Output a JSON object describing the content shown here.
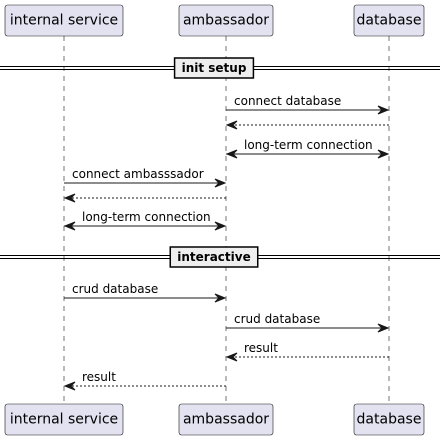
{
  "participants": [
    {
      "id": "internal",
      "name": "internal service"
    },
    {
      "id": "ambassador",
      "name": "ambassador"
    },
    {
      "id": "database",
      "name": "database"
    }
  ],
  "sections": [
    {
      "title": "init setup",
      "messages": [
        {
          "from": "ambassador",
          "to": "database",
          "label": "connect database",
          "style": "solid"
        },
        {
          "from": "database",
          "to": "ambassador",
          "label": "",
          "style": "dotted"
        },
        {
          "from": "ambassador",
          "to": "database",
          "label": "long-term connection",
          "style": "solid",
          "bidirectional": true
        },
        {
          "from": "internal",
          "to": "ambassador",
          "label": "connect ambasssador",
          "style": "solid"
        },
        {
          "from": "ambassador",
          "to": "internal",
          "label": "",
          "style": "dotted"
        },
        {
          "from": "internal",
          "to": "ambassador",
          "label": "long-term connection",
          "style": "solid",
          "bidirectional": true
        }
      ]
    },
    {
      "title": "interactive",
      "messages": [
        {
          "from": "internal",
          "to": "ambassador",
          "label": "crud database",
          "style": "solid"
        },
        {
          "from": "ambassador",
          "to": "database",
          "label": "crud database",
          "style": "solid"
        },
        {
          "from": "database",
          "to": "ambassador",
          "label": "result",
          "style": "dotted"
        },
        {
          "from": "ambassador",
          "to": "internal",
          "label": "result",
          "style": "dotted"
        }
      ]
    }
  ]
}
